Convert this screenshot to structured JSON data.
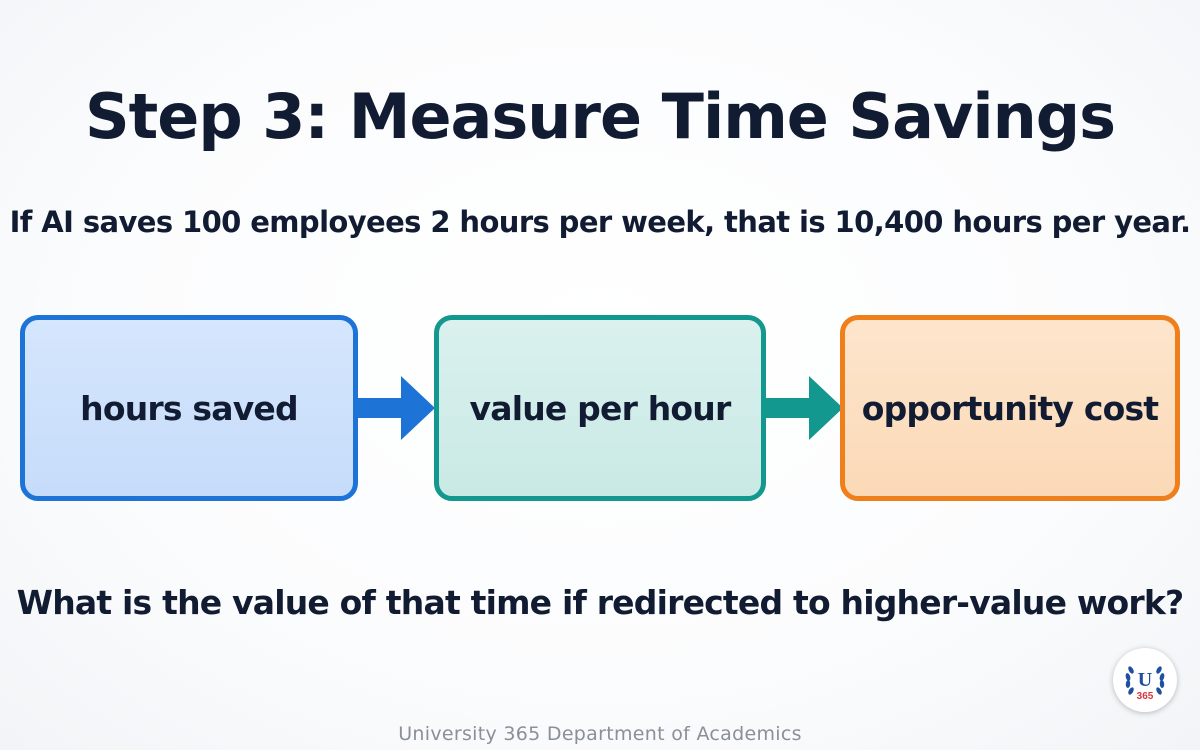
{
  "title": "Step 3: Measure Time Savings",
  "subtitle": "If AI saves 100 employees 2 hours per week, that is 10,400 hours per year.",
  "flow": {
    "steps": [
      {
        "label": "hours saved",
        "color": "#1e74d6"
      },
      {
        "label": "value per hour",
        "color": "#13988f"
      },
      {
        "label": "opportunity cost",
        "color": "#ef7f1a"
      }
    ],
    "arrows": [
      {
        "icon": "right-arrow-icon",
        "color": "#1e74d6"
      },
      {
        "icon": "right-arrow-icon",
        "color": "#13988f"
      }
    ]
  },
  "question": "What is the value of that time if redirected to higher-value work?",
  "footer": "University 365 Department of Academics",
  "logo": {
    "letter": "U",
    "number": "365",
    "icon": "laurel-wreath-icon"
  }
}
